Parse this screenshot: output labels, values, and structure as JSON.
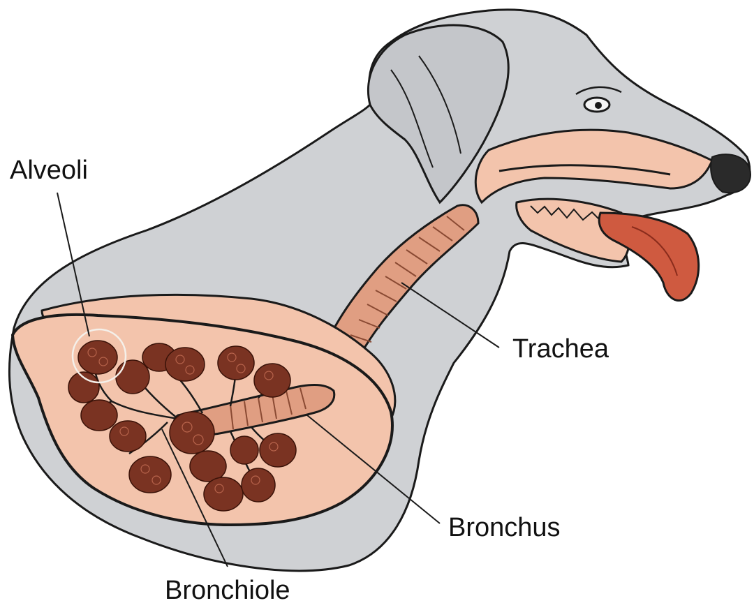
{
  "labels": {
    "alveoli": "Alveoli",
    "trachea": "Trachea",
    "bronchus": "Bronchus",
    "bronchiole": "Bronchiole"
  },
  "colors": {
    "body": "#cfd1d4",
    "lung": "#f3c4ac",
    "trachea": "#e09e82",
    "alveoli": "#7a3322",
    "tongue": "#cf5a40",
    "outline": "#1a1a1a",
    "nose": "#2a2a2a"
  }
}
